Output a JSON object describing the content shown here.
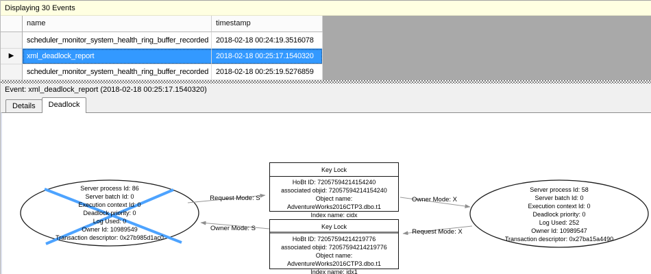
{
  "info_bar": {
    "text": "Displaying 30 Events"
  },
  "grid": {
    "row_indicator": "▶",
    "columns": [
      {
        "label": "name"
      },
      {
        "label": "timestamp"
      }
    ],
    "rows": [
      {
        "name": "scheduler_monitor_system_health_ring_buffer_recorded",
        "timestamp": "2018-02-18 00:24:19.3516078"
      },
      {
        "name": "xml_deadlock_report",
        "timestamp": "2018-02-18 00:25:17.1540320"
      },
      {
        "name": "scheduler_monitor_system_health_ring_buffer_recorded",
        "timestamp": "2018-02-18 00:25:19.5276859"
      }
    ]
  },
  "event_bar": {
    "text": "Event: xml_deadlock_report (2018-02-18 00:25:17.1540320)"
  },
  "tabs": {
    "details": "Details",
    "deadlock": "Deadlock"
  },
  "graph": {
    "victim_process": {
      "lines": [
        "Server process Id: 86",
        "Server batch Id: 0",
        "Execution context Id: 0",
        "Deadlock priority: 0",
        "Log Used: 0",
        "Owner Id: 10989549",
        "Transaction descriptor: 0x27b985d1ac0"
      ]
    },
    "other_process": {
      "lines": [
        "Server process Id: 58",
        "Server batch Id: 0",
        "Execution context Id: 0",
        "Deadlock priority: 0",
        "Log Used: 252",
        "Owner Id: 10989547",
        "Transaction descriptor: 0x27ba15a4490"
      ]
    },
    "lock_top": {
      "title": "Key Lock",
      "lines": [
        "HoBt ID: 72057594214154240",
        "associated objid: 72057594214154240",
        "Object name: AdventureWorks2016CTP3.dbo.t1",
        "Index name: cidx"
      ]
    },
    "lock_bottom": {
      "title": "Key Lock",
      "lines": [
        "HoBt ID: 72057594214219776",
        "associated objid: 72057594214219776",
        "Object name: AdventureWorks2016CTP3.dbo.t1",
        "Index name: idx1"
      ]
    },
    "edges": [
      {
        "label": "Request Mode: S"
      },
      {
        "label": "Owner Mode: S"
      },
      {
        "label": "Owner Mode: X"
      },
      {
        "label": "Request Mode: X"
      }
    ]
  },
  "colors": {
    "selection": "#3399FF",
    "victim_cross": "#4DA3FF",
    "info_bar_bg": "#FFFFE1",
    "grid_empty_bg": "#A9A9A9"
  }
}
